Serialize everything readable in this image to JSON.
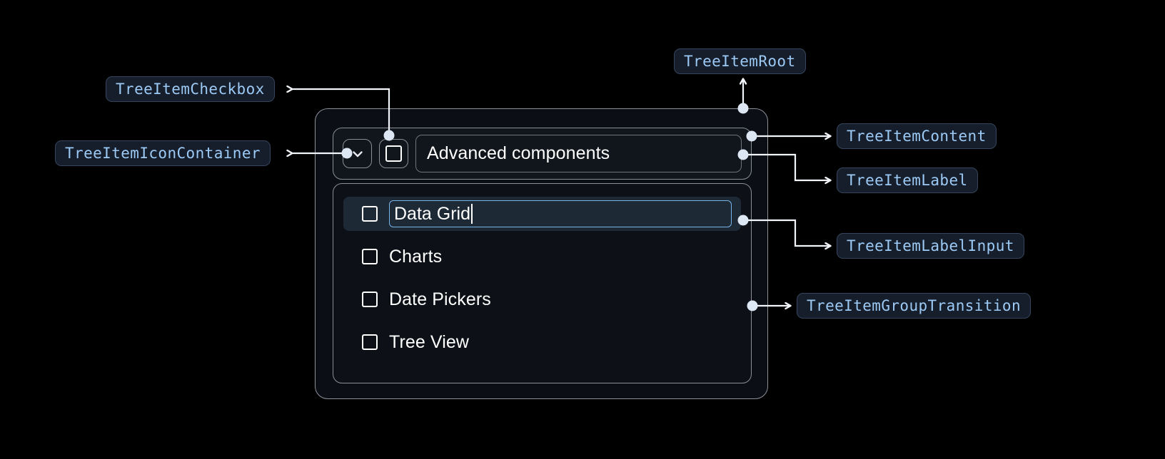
{
  "page": {
    "background": "#000000",
    "accent_blue": "#9ccaf5",
    "connector_color": "#f2f5f9",
    "badge_bg": "#161d2b",
    "badge_border": "#35455e",
    "card_border": "#8d9199",
    "selected_row_bg": "#1e2936",
    "input_focus_border": "#76b3ea"
  },
  "annotations": [
    {
      "id": "tree-item-checkbox",
      "label": "TreeItemCheckbox"
    },
    {
      "id": "tree-item-icon-container",
      "label": "TreeItemIconContainer"
    },
    {
      "id": "tree-item-root",
      "label": "TreeItemRoot"
    },
    {
      "id": "tree-item-content",
      "label": "TreeItemContent"
    },
    {
      "id": "tree-item-label",
      "label": "TreeItemLabel"
    },
    {
      "id": "tree-item-label-input",
      "label": "TreeItemLabelInput"
    },
    {
      "id": "tree-item-group-transition",
      "label": "TreeItemGroupTransition"
    }
  ],
  "tree": {
    "root": {
      "icon": "chevron-down-icon",
      "checkbox_state": "unchecked",
      "label": "Advanced components"
    },
    "children": [
      {
        "label": "Data Grid",
        "checkbox_state": "unchecked",
        "selected": true,
        "editing": true,
        "input_value": "Data Grid"
      },
      {
        "label": "Charts",
        "checkbox_state": "unchecked",
        "selected": false,
        "editing": false
      },
      {
        "label": "Date Pickers",
        "checkbox_state": "unchecked",
        "selected": false,
        "editing": false
      },
      {
        "label": "Tree View",
        "checkbox_state": "unchecked",
        "selected": false,
        "editing": false
      }
    ]
  }
}
